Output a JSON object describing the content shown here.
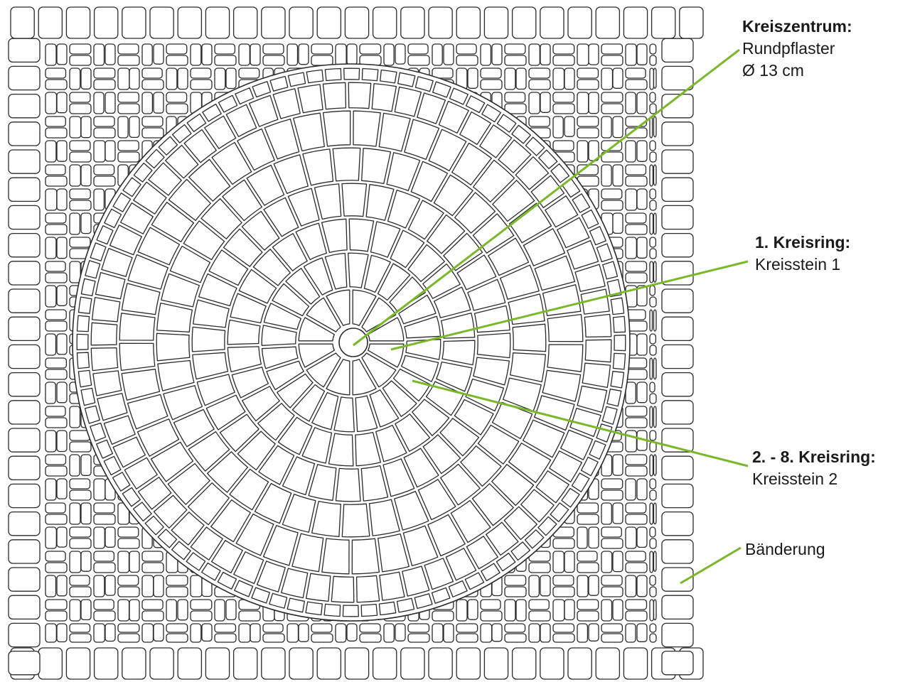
{
  "labels": {
    "center": {
      "title": "Kreiszentrum:",
      "line1": "Rundpflaster",
      "line2": "Ø 13 cm"
    },
    "ring1": {
      "title": "1. Kreisring:",
      "line1": "Kreisstein 1"
    },
    "rings2to8": {
      "title": "2. - 8. Kreisring:",
      "line1": "Kreisstein 2"
    },
    "banding": {
      "line1": "Bänderung"
    }
  },
  "colors": {
    "leader": "#7ab829",
    "stone_outline": "#2a2a2a",
    "background": "#ffffff"
  }
}
